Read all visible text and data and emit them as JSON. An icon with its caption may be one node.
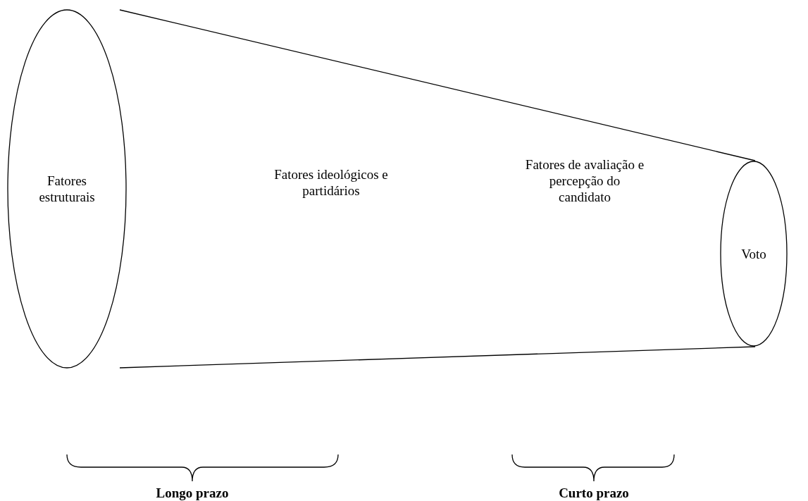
{
  "diagram": {
    "nodes": [
      {
        "text": [
          "Fatores estruturais"
        ]
      },
      {
        "text": [
          "Voto"
        ]
      }
    ],
    "edges": [],
    "labels": [
      "Fatores ideológicos e partidários",
      "Fatores de avaliação e percepção do candidato",
      "Longo prazo",
      "Curto prazo"
    ]
  }
}
